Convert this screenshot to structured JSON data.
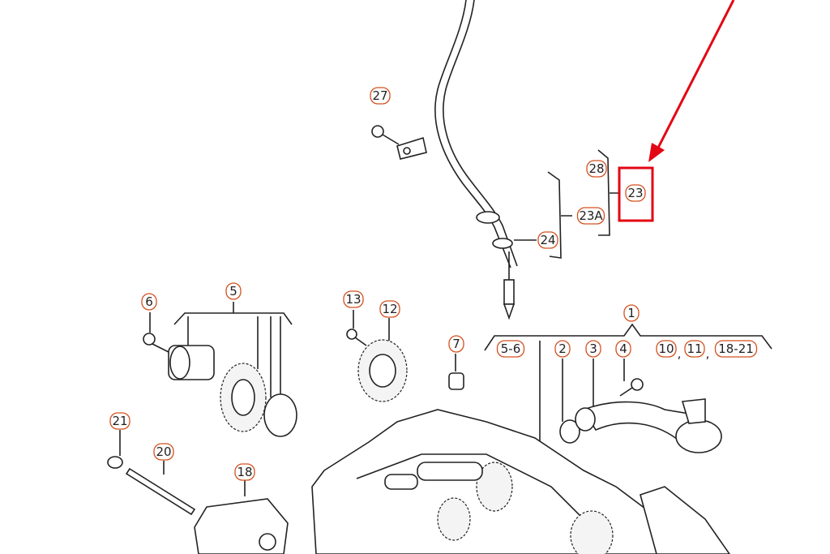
{
  "highlight_color": "#e30613",
  "label_ring_color": "#d4511f",
  "callouts": [
    {
      "id": "27",
      "text": "27"
    },
    {
      "id": "28",
      "text": "28"
    },
    {
      "id": "23",
      "text": "23",
      "highlighted": true
    },
    {
      "id": "23A",
      "text": "23A"
    },
    {
      "id": "24",
      "text": "24"
    },
    {
      "id": "6",
      "text": "6"
    },
    {
      "id": "5",
      "text": "5"
    },
    {
      "id": "13",
      "text": "13"
    },
    {
      "id": "12",
      "text": "12"
    },
    {
      "id": "7",
      "text": "7"
    },
    {
      "id": "1",
      "text": "1"
    },
    {
      "id": "5-6",
      "text": "5-6"
    },
    {
      "id": "2",
      "text": "2"
    },
    {
      "id": "3",
      "text": "3"
    },
    {
      "id": "4",
      "text": "4"
    },
    {
      "id": "10",
      "text": "10"
    },
    {
      "id": "11",
      "text": "11"
    },
    {
      "id": "18-21",
      "text": "18-21"
    },
    {
      "id": "21",
      "text": "21"
    },
    {
      "id": "20",
      "text": "20"
    },
    {
      "id": "18",
      "text": "18"
    }
  ],
  "separators": [
    ","
  ]
}
